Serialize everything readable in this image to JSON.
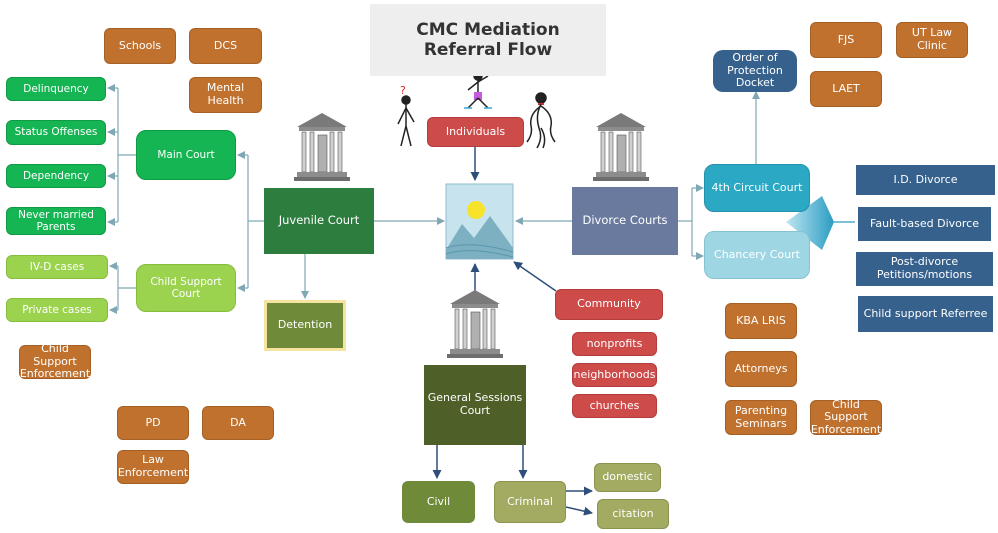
{
  "title": "CMC Mediation\nReferral Flow",
  "nodes": {
    "schools": "Schools",
    "dcs": "DCS",
    "mental_health": "Mental\nHealth",
    "delinquency": "Delinquency",
    "status_offenses": "Status Offenses",
    "dependency": "Dependency",
    "never_married_parents": "Never married\nParents",
    "main_court": "Main Court",
    "ivd_cases": "IV-D cases",
    "private_cases": "Private cases",
    "child_support_court": "Child Support\nCourt",
    "child_support_enforcement_left": "Child Support\nEnforcement",
    "juvenile_court": "Juvenile Court",
    "detention": "Detention",
    "pd": "PD",
    "da": "DA",
    "law_enforcement": "Law\nEnforcement",
    "individuals": "Individuals",
    "general_sessions_court": "General Sessions\nCourt",
    "civil": "Civil",
    "criminal": "Criminal",
    "domestic": "domestic",
    "citation": "citation",
    "community": "Community",
    "nonprofits": "nonprofits",
    "neighborhoods": "neighborhoods",
    "churches": "churches",
    "divorce_courts": "Divorce Courts",
    "fourth_circuit_court": "4th Circuit Court",
    "chancery_court": "Chancery Court",
    "order_of_protection_docket": "Order of\nProtection\nDocket",
    "fjs": "FJS",
    "ut_law_clinic": "UT Law Clinic",
    "laet": "LAET",
    "id_divorce": "I.D. Divorce",
    "fault_based_divorce": "Fault-based Divorce",
    "post_divorce_petitions": "Post-divorce\nPetitions/motions",
    "child_support_referee": "Child support Referree",
    "kba_lris": "KBA LRIS",
    "attorneys": "Attorneys",
    "parenting_seminars": "Parenting\nSeminars",
    "child_support_enforcement_right": "Child Support\nEnforcement"
  },
  "colors": {
    "connector": "#7fa8b4",
    "arrow_dark": "#2e4f7a",
    "brown": "#c0712e",
    "green": "#14b552",
    "navy": "#35618c",
    "red": "#cd4b49"
  }
}
